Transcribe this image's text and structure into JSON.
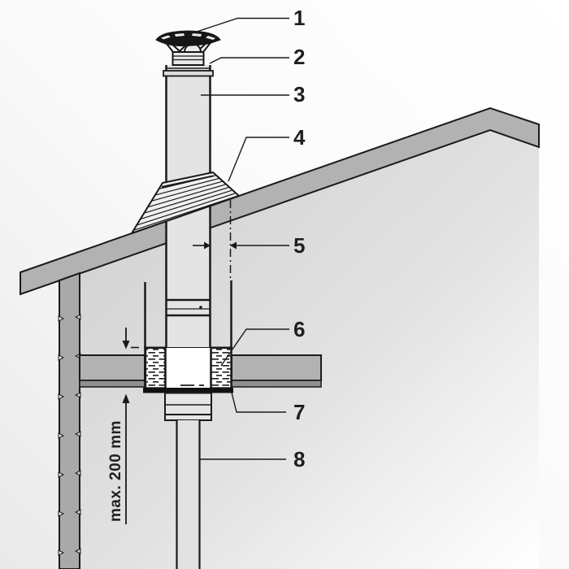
{
  "diagram": {
    "subject": "chimney-flue-roof-installation",
    "dimension_label": "max. 200 mm",
    "callouts": [
      {
        "label": "1"
      },
      {
        "label": "2"
      },
      {
        "label": "3"
      },
      {
        "label": "4"
      },
      {
        "label": "5"
      },
      {
        "label": "6"
      },
      {
        "label": "7"
      },
      {
        "label": "8"
      }
    ]
  },
  "colors": {
    "outline": "#1a1a1a",
    "roof_gray": "#b2b2b2",
    "wall_gray": "#a9a9a9",
    "ceiling_gray": "#b2b2b2",
    "ceiling_edge_gray": "#8f8f8f",
    "pipe_fill": "#e4e4e4",
    "cap_dark": "#161616",
    "interior_light": "#d0d0d0",
    "background": "#ffffff"
  }
}
